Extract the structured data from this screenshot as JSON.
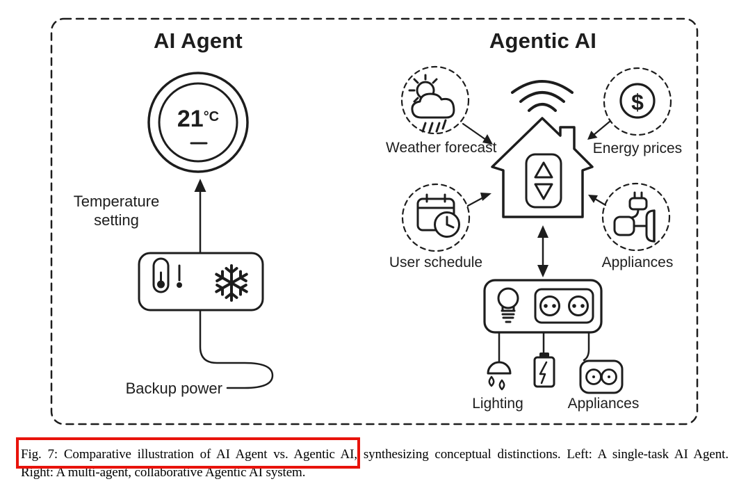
{
  "colors": {
    "ink": "#1d1d1d",
    "highlight_red": "#e8130b",
    "background": "#ffffff"
  },
  "left_panel": {
    "title": "AI Agent",
    "thermostat": {
      "value": "21",
      "unit": "°C"
    },
    "temperature_label": "Temperature\nsetting",
    "backup_power_label": "Backup power",
    "snowflake_symbol_name": "snowflake-icon",
    "thermometer_symbol_name": "thermometer-icon"
  },
  "right_panel": {
    "title": "Agentic AI",
    "dollar_symbol": "$",
    "inputs": [
      {
        "label": "Weather forecast",
        "icon": "sun-cloud-rain-icon"
      },
      {
        "label": "Energy prices",
        "icon": "dollar-coin-icon"
      },
      {
        "label": "User schedule",
        "icon": "calendar-clock-icon"
      },
      {
        "label": "Appliances",
        "icon": "plug-appliance-icon"
      }
    ],
    "outputs": [
      {
        "label": "Lighting",
        "icon": "pendant-lamp-icon"
      },
      {
        "label": "Appliances",
        "icon": "outlet-box-icon"
      }
    ]
  },
  "caption": {
    "line1": "Fig. 7: Comparative illustration of AI Agent vs. Agentic AI, synthesizing conceptual distinctions. Left: A single-task AI Agent.",
    "line2": "Right: A multi-agent, collaborative Agentic AI system."
  }
}
